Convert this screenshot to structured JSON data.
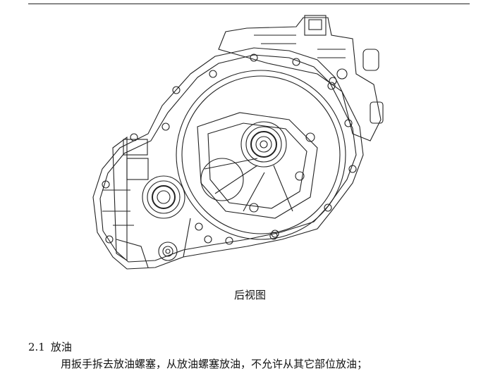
{
  "figure": {
    "caption": "后视图"
  },
  "section": {
    "number": "2.1",
    "title": "放油",
    "body": "用扳手拆去放油螺塞，从放油螺塞放油，不允许从其它部位放油；"
  }
}
